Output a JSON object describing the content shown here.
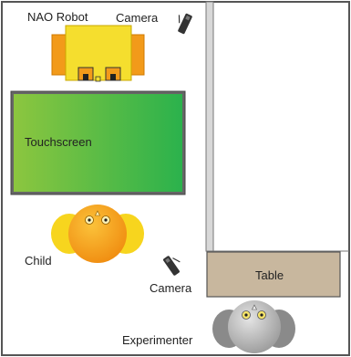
{
  "labels": {
    "nao_robot": "NAO Robot",
    "camera_top": "Camera",
    "touchscreen": "Touchscreen",
    "child": "Child",
    "camera_bottom": "Camera",
    "table": "Table",
    "experimenter": "Experimenter"
  },
  "colors": {
    "room_border": "#555555",
    "wall": "#d8d8d8",
    "robot_body": "#f5de2e",
    "robot_arms": "#f29a1a",
    "screen_frame": "#666666",
    "screen_green_light": "#8cc63f",
    "screen_green_dark": "#2bb24c",
    "child_body": "#f7a21b",
    "child_arms": "#f7d51e",
    "table": "#c8b79e",
    "experimenter_body": "#b0b0b0",
    "experimenter_arms": "#8a8a8a",
    "camera": "#333333"
  }
}
